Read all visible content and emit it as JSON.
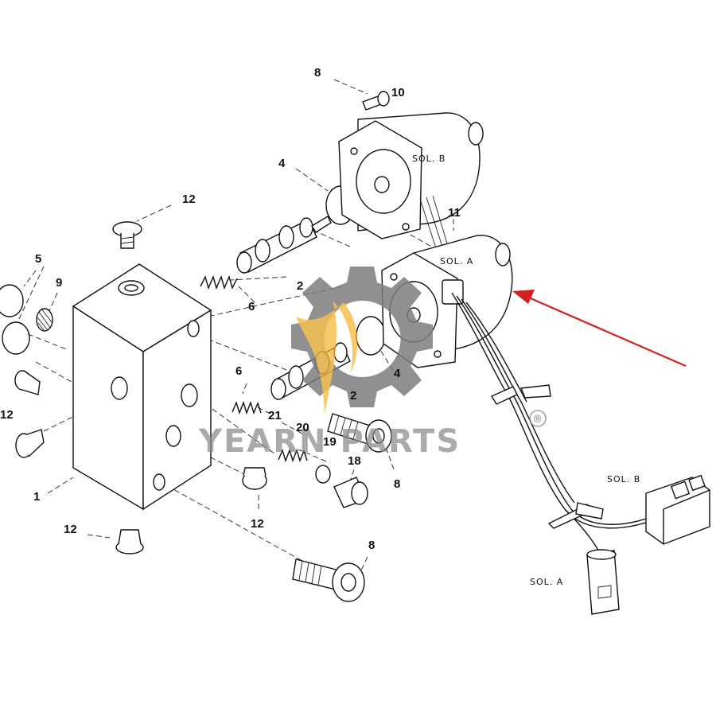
{
  "labels": {
    "l1": "1",
    "l2a": "2",
    "l2b": "2",
    "l4a": "4",
    "l4b": "4",
    "l5": "5",
    "l6a": "6",
    "l6b": "6",
    "l8a": "8",
    "l8b": "8",
    "l8c": "8",
    "l9": "9",
    "l10": "10",
    "l11": "11",
    "l12a": "12",
    "l12b": "12",
    "l12c": "12",
    "l12d": "12",
    "l18": "18",
    "l19": "19",
    "l20": "20",
    "l21": "21"
  },
  "solenoids": {
    "sol_b_body": "SOL. B",
    "sol_a_body": "SOL. A",
    "sol_b_connector": "SOL. B",
    "sol_a_connector": "SOL. A"
  },
  "watermark": {
    "text": "YEARN PARTS",
    "registered": "®"
  },
  "colors": {
    "arrow": "#d42020",
    "logo_gear": "#7d7d7d",
    "logo_flame": "#f2b432"
  },
  "icons": {
    "callout": "red-arrow-icon",
    "logo": "gear-flame-logo-icon"
  }
}
